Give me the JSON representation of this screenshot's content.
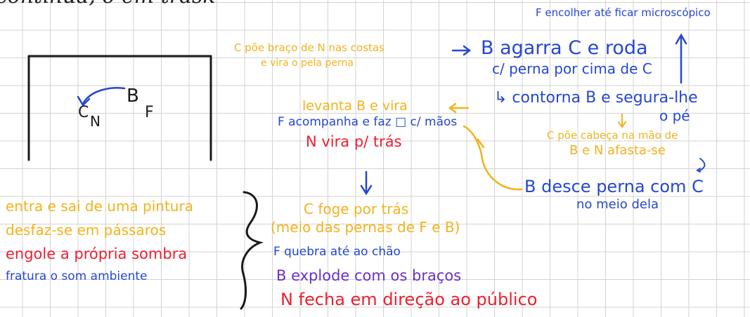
{
  "header": {
    "fragment": "contínua, o em trask"
  },
  "stage": {
    "c": "C",
    "n": "N",
    "b": "B",
    "f": "F"
  },
  "notes": {
    "top_right": "F encolher até ficar microscópico",
    "c_arm": "C põe braço de N nas costas",
    "c_arm_2": "e vira o pela perna",
    "b_grabs": "B agarra C e roda",
    "b_grabs_2": "c/ perna por cima de C",
    "contorna": "↳ contorna B e segura-lhe",
    "contorna_2": "o pé",
    "levanta": "levanta B e vira",
    "f_acompanha": "F acompanha e faz □ c/ mãos",
    "n_vira": "N vira p/ trás",
    "c_poe": "C põe cabeça na mão de",
    "c_poe_2": "B e N afasta-se",
    "b_desce": "B desce perna com C",
    "b_desce_2": "no meio dela",
    "c_foge": "C foge por trás",
    "c_foge_2": "(meio das pernas de F e B)",
    "f_quebra": "F quebra até ao chão",
    "b_explode": "B explode com os braços",
    "n_fecha": "N fecha em direção ao público"
  },
  "left_list": [
    "entra e sai de uma pintura",
    "desfaz-se em pássaros",
    "engole a própria sombra",
    "fratura o som ambiente"
  ],
  "colors": {
    "ink_black": "#1a1a1a",
    "ink_blue": "#2547d0",
    "ink_yellow": "#f2b21c",
    "ink_red": "#ee1f2e",
    "ink_purple": "#6b2fc9",
    "grid": "#d3d3d3"
  }
}
